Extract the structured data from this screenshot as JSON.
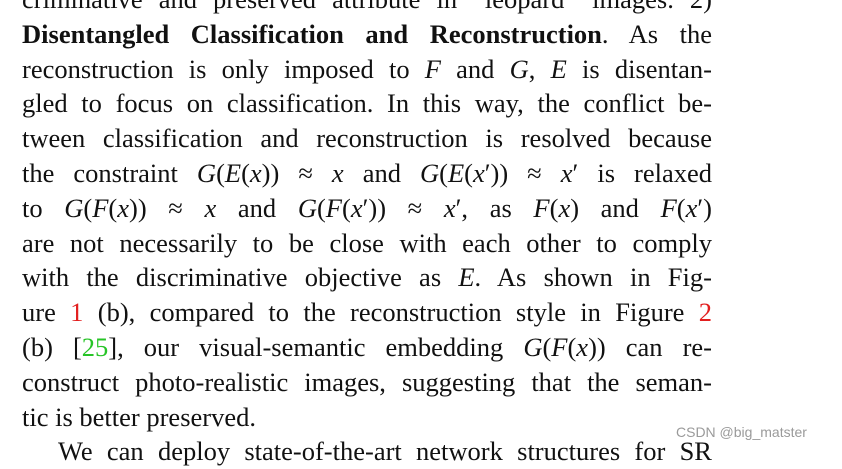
{
  "paragraph": {
    "lines": [
      "criminative and preserved attribute in “leopard” images. 2)",
      "Disentangled Classification and Reconstruction. As the",
      "reconstruction is only imposed to F and G, E is disentan-",
      "gled to focus on classification. In this way, the conflict be-",
      "tween classification and reconstruction is resolved because",
      "the constraint G(E(x)) ≈ x and G(E(x′)) ≈ x′ is relaxed",
      "to G(F(x)) ≈ x and G(F(x′)) ≈ x′, as F(x) and F(x′)",
      "are not necessarily to be close with each other to comply",
      "with the discriminative objective as E. As shown in Fig-",
      "ure 1 (b), compared to the reconstruction style in Figure 2",
      "(b) [25], our visual-semantic embedding G(F(x)) can re-",
      "construct photo-realistic images, suggesting that the seman-",
      "tic is better preserved.",
      "We can deploy state-of-the-art network structures for SR"
    ],
    "bold_phrase": "Disentangled Classification and Reconstruction",
    "figure_refs": [
      "1",
      "2"
    ],
    "citation": "25"
  },
  "colors": {
    "figure_ref": "#e21f1f",
    "citation": "#27c427",
    "text": "#111111",
    "watermark": "#9a9a9a"
  },
  "watermark": {
    "text": "CSDN @big_matster"
  }
}
